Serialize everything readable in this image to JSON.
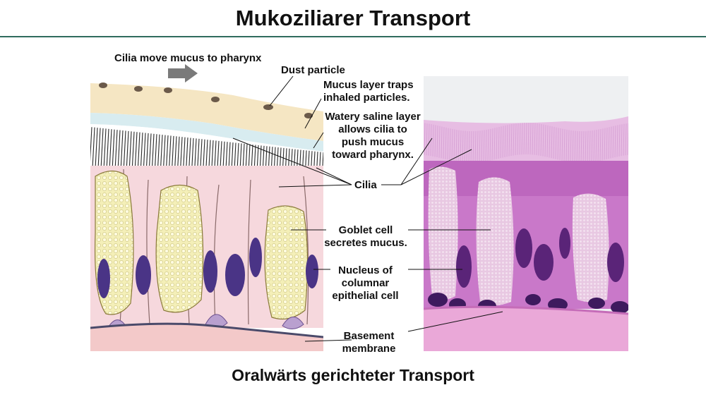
{
  "title": "Mukoziliarer Transport",
  "caption": "Oralwärts gerichteter Transport",
  "labels": {
    "cilia_move": "Cilia move mucus to pharynx",
    "dust_particle": "Dust particle",
    "mucus_layer": "Mucus layer traps\ninhaled particles.",
    "watery_layer": "Watery saline layer\nallows cilia to\npush mucus\ntoward pharynx.",
    "cilia": "Cilia",
    "goblet_cell": "Goblet cell\nsecretes mucus.",
    "nucleus": "Nucleus of\ncolumnar\nepithelial cell",
    "basement": "Basement\nmembrane"
  },
  "colors": {
    "mucus": "#f5e6c3",
    "saline": "#d8ecf0",
    "cell": "#f6d8dd",
    "goblet": "#f4efb8",
    "nucleus": "#4a3486",
    "basal_tissue": "#f3c9c9",
    "histo_bg": "#c978c9"
  }
}
